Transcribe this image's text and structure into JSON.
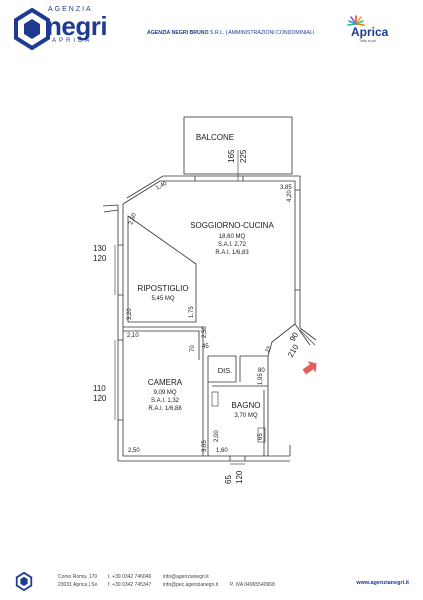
{
  "header": {
    "logo_agency": "AGENZIA",
    "logo_name": "negri",
    "logo_city": "APRICA",
    "tagline_company": "AGENZIA NEGRI BRUNO",
    "tagline_rest": " S.R.L. | AMMINISTRAZIONI CONDOMINIALI",
    "aprica_name": "Aprica",
    "aprica_sub": "Tutto in più",
    "brand_color": "#1f3a93"
  },
  "plan": {
    "balcone": "BALCONE",
    "soggiorno_title": "SOGGIORNO-CUCINA",
    "soggiorno_mq": "18,60 MQ",
    "soggiorno_sai": "S.A.I. 2,72",
    "soggiorno_rai": "R.A.I. 1/6,83",
    "ripostiglio_title": "RIPOSTIGLIO",
    "ripostiglio_mq": "5,45 MQ",
    "camera_title": "CAMERA",
    "camera_mq": "9,09 MQ",
    "camera_sai": "S.A.I. 1,32",
    "camera_rai": "R.A.I. 1/6,88",
    "bagno_title": "BAGNO",
    "bagno_mq": "3,70 MQ",
    "dis": "DIS.",
    "dims": {
      "d165": "165",
      "d225": "225",
      "d140": "1,40",
      "d385": "3,85",
      "d420": "4,20",
      "d250a": "2,50",
      "d130": "130",
      "d120a": "120",
      "d175": "1,75",
      "d320": "3,20",
      "d210": "2,10",
      "d45": "45",
      "d250b": "2,50",
      "d70": "70",
      "d15": "15",
      "d90": "90",
      "d210b": "210",
      "d80": "80",
      "d195": "1,95",
      "d110": "110",
      "d120b": "120",
      "d200": "2,00",
      "d65a": "65",
      "d250c": "2,50",
      "d305": "3,05",
      "d160": "1,60",
      "d65b": "65",
      "d120c": "120"
    },
    "entry_arrow_color": "#e85c5c"
  },
  "footer": {
    "addr1": "Corso Roma, 170",
    "addr2": "23031 Aprica | So",
    "tel": "t. +39 0342 746046",
    "fax": "f. +39 0342 745347",
    "mail1": "info@agenzianegri.it",
    "mail2": "info@pec.agenzianegri.it",
    "piva": "P. IVA 04965540968",
    "web": "www.agenzianegri.it"
  }
}
